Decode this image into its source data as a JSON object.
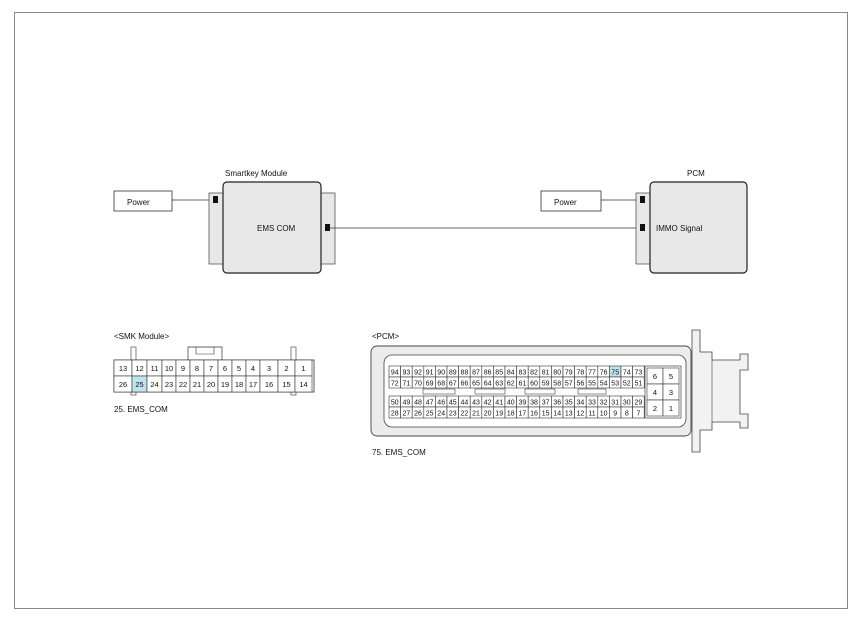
{
  "schematic": {
    "smartkey_title": "Smartkey Module",
    "smartkey_pin_label": "EMS COM",
    "smartkey_power": "Power",
    "pcm_title": "PCM",
    "pcm_pin_label": "IMMO Signal",
    "pcm_power": "Power"
  },
  "smk_connector": {
    "title": "<SMK Module>",
    "top_row": [
      "13",
      "12",
      "11",
      "10",
      "9",
      "8",
      "7",
      "6",
      "5",
      "4",
      "3",
      "2",
      "1"
    ],
    "bottom_row": [
      "26",
      "25",
      "24",
      "23",
      "22",
      "21",
      "20",
      "19",
      "18",
      "17",
      "16",
      "15",
      "14"
    ],
    "highlighted_pin": "25",
    "highlight_color": "#bfe3ec",
    "caption": "25. EMS_COM"
  },
  "pcm_connector": {
    "title": "<PCM>",
    "highlighted_pin": "75",
    "highlight_color": "#bfe3ec",
    "small_block": [
      "6",
      "5",
      "4",
      "3",
      "2",
      "1"
    ],
    "caption": "75. EMS_COM"
  }
}
